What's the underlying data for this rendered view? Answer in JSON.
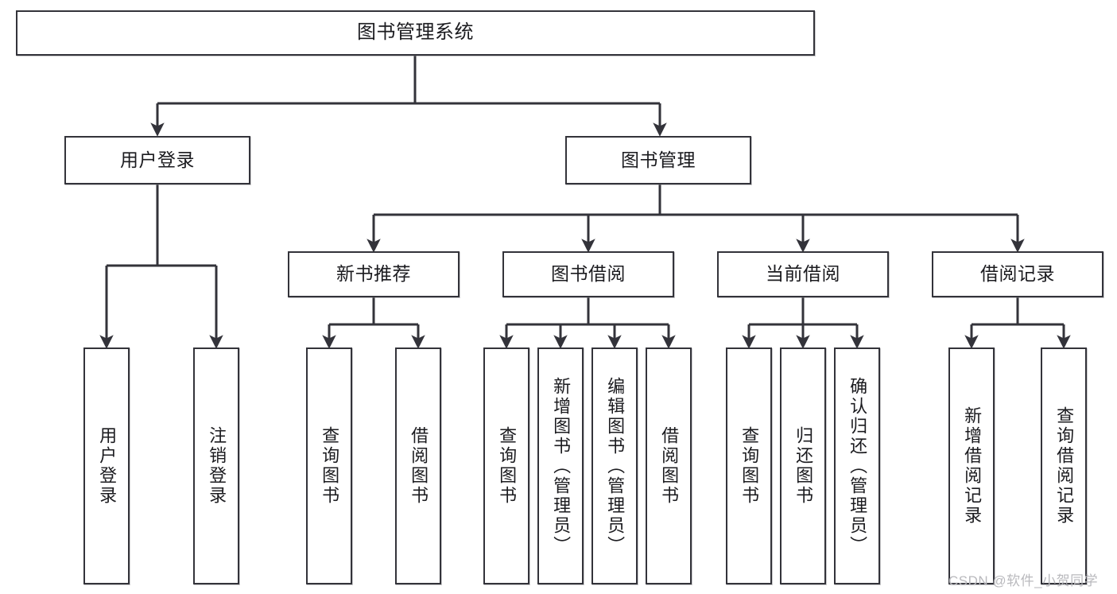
{
  "diagram": {
    "title": "图书管理系统",
    "watermark": "CSDN @软件_小贺同学",
    "root": {
      "label": "图书管理系统"
    },
    "level2": [
      {
        "label": "用户登录"
      },
      {
        "label": "图书管理"
      }
    ],
    "level3": [
      {
        "label": "新书推荐"
      },
      {
        "label": "图书借阅"
      },
      {
        "label": "当前借阅"
      },
      {
        "label": "借阅记录"
      }
    ],
    "leaves": {
      "user_login": [
        {
          "label": "用户登录"
        },
        {
          "label": "注销登录"
        }
      ],
      "new_book": [
        {
          "label": "查询图书"
        },
        {
          "label": "借阅图书"
        }
      ],
      "borrow_book": [
        {
          "label": "查询图书"
        },
        {
          "label": "新增图书（管理员）"
        },
        {
          "label": "编辑图书（管理员）"
        },
        {
          "label": "借阅图书"
        }
      ],
      "current_borrow": [
        {
          "label": "查询图书"
        },
        {
          "label": "归还图书"
        },
        {
          "label": "确认归还（管理员）"
        }
      ],
      "borrow_record": [
        {
          "label": "新增借阅记录"
        },
        {
          "label": "查询借阅记录"
        }
      ]
    },
    "colors": {
      "stroke": "#33333a",
      "background": "#ffffff",
      "text": "#1b1b1f",
      "watermark": "#b9b9bd"
    }
  }
}
